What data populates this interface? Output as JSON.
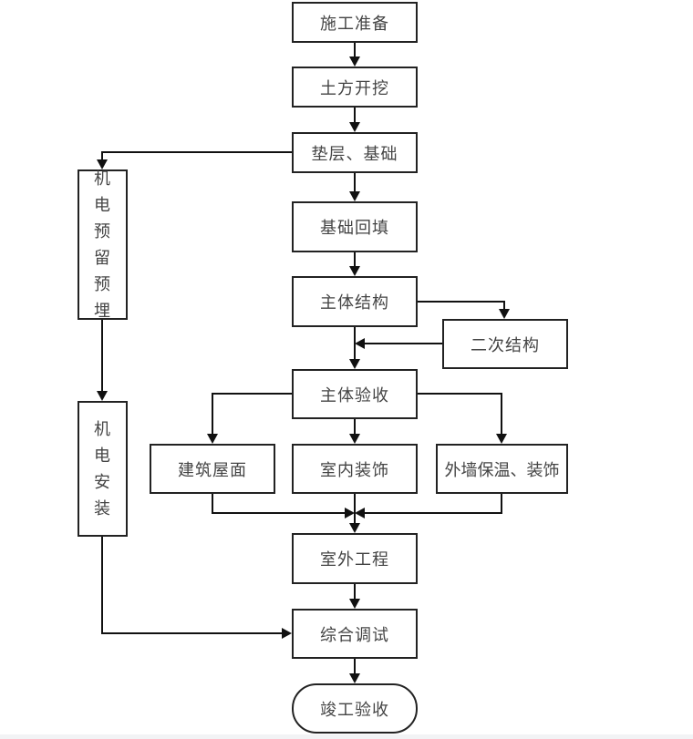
{
  "diagram": {
    "type": "flowchart",
    "nodes": {
      "prep": "施工准备",
      "excavation": "土方开挖",
      "foundation": "垫层、基础",
      "backfill": "基础回填",
      "main_structure": "主体结构",
      "secondary_structure": "二次结构",
      "main_acceptance": "主体验收",
      "roofing": "建筑屋面",
      "interior": "室内装饰",
      "exterior_wall": "外墙保温、装饰",
      "outdoor": "室外工程",
      "commissioning": "综合调试",
      "completion": "竣工验收",
      "mep_embed": [
        "机",
        "电",
        "预",
        "留",
        "预",
        "埋"
      ],
      "mep_install": [
        "机",
        "电",
        "安",
        "装"
      ]
    },
    "edges": [
      [
        "施工准备",
        "土方开挖"
      ],
      [
        "土方开挖",
        "垫层、基础"
      ],
      [
        "垫层、基础",
        "基础回填"
      ],
      [
        "垫层、基础",
        "机电预留预埋"
      ],
      [
        "基础回填",
        "主体结构"
      ],
      [
        "主体结构",
        "二次结构"
      ],
      [
        "二次结构",
        "主体验收"
      ],
      [
        "主体结构",
        "主体验收"
      ],
      [
        "机电预留预埋",
        "机电安装"
      ],
      [
        "主体验收",
        "建筑屋面"
      ],
      [
        "主体验收",
        "室内装饰"
      ],
      [
        "主体验收",
        "外墙保温、装饰"
      ],
      [
        "建筑屋面",
        "室外工程"
      ],
      [
        "室内装饰",
        "室外工程"
      ],
      [
        "外墙保温、装饰",
        "室外工程"
      ],
      [
        "室外工程",
        "综合调试"
      ],
      [
        "机电安装",
        "综合调试"
      ],
      [
        "综合调试",
        "竣工验收"
      ]
    ]
  }
}
